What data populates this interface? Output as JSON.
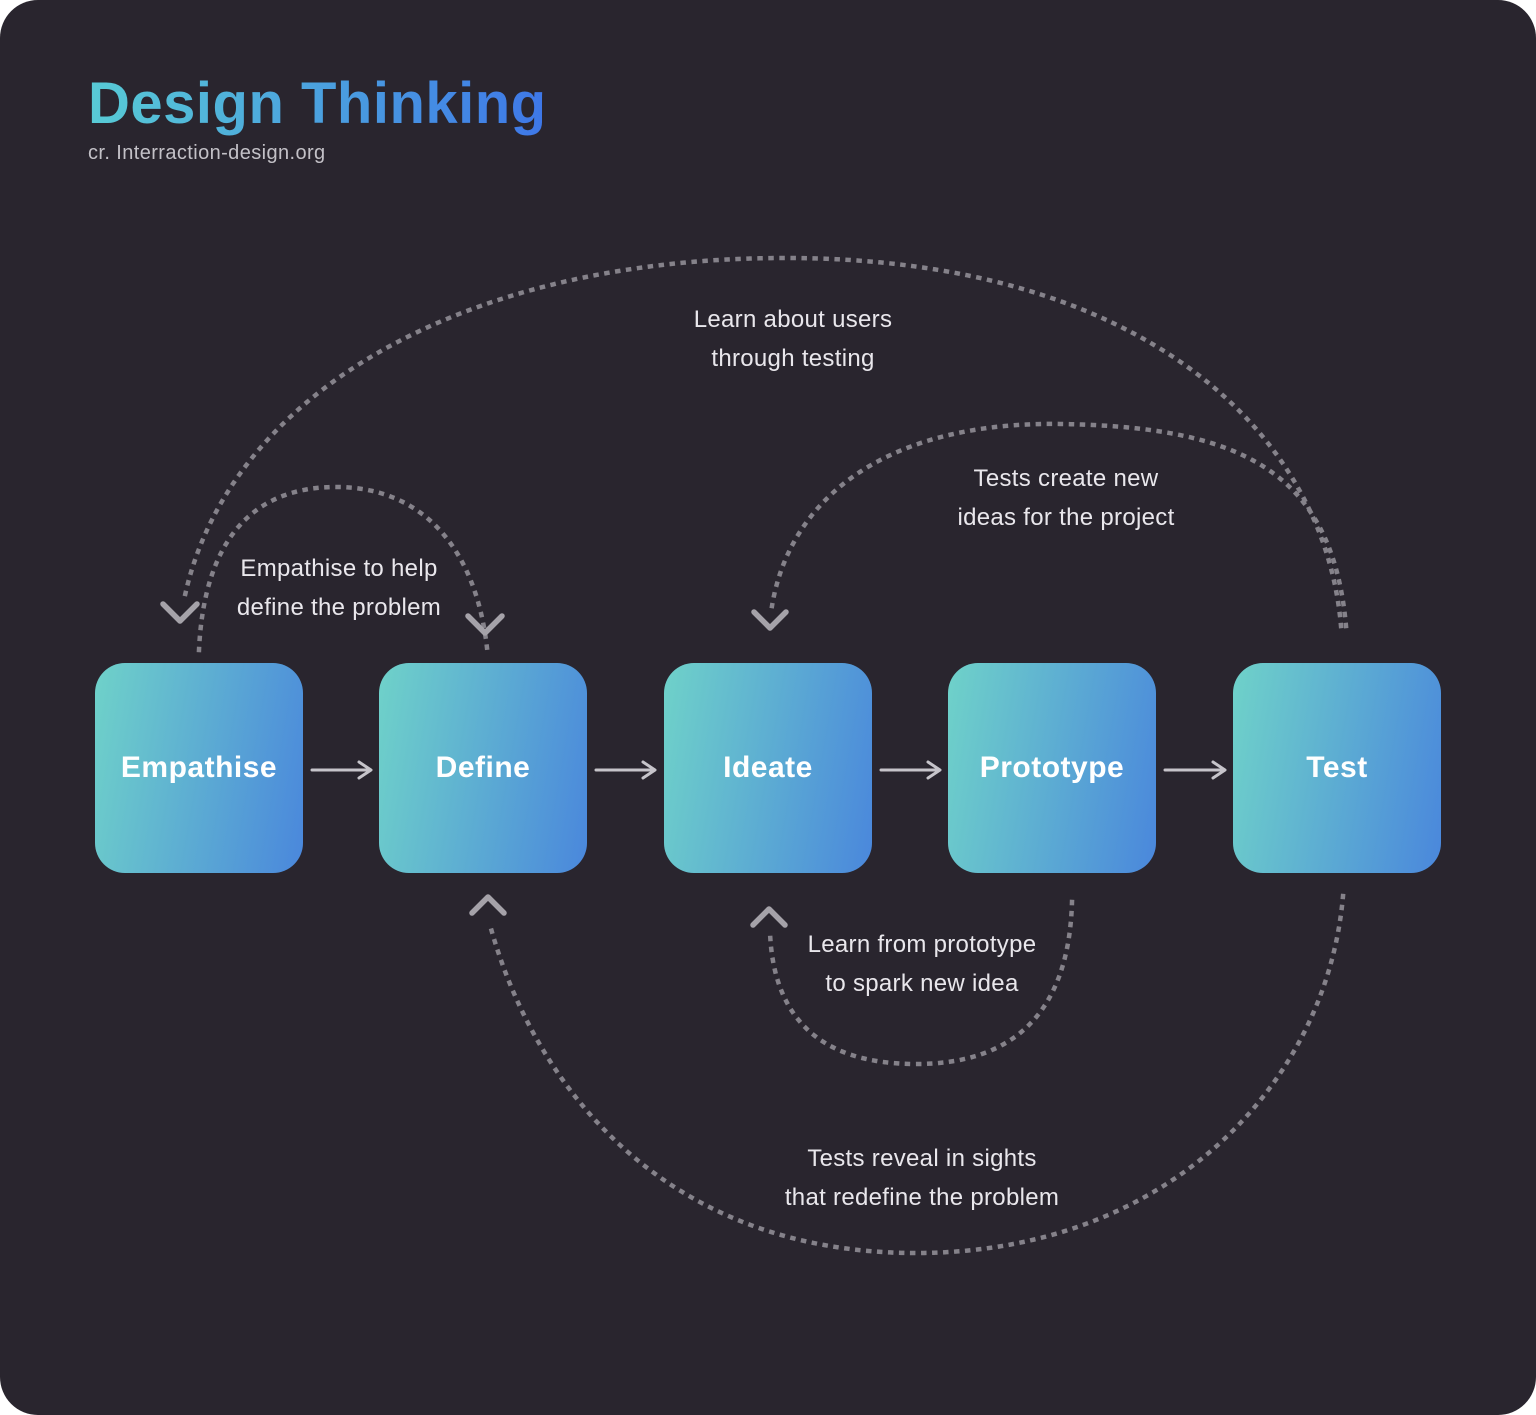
{
  "header": {
    "title": "Design Thinking",
    "subtitle": "cr. Interraction-design.org"
  },
  "stages": [
    {
      "label": "Empathise"
    },
    {
      "label": "Define"
    },
    {
      "label": "Ideate"
    },
    {
      "label": "Prototype"
    },
    {
      "label": "Test"
    }
  ],
  "flow_arrows": [
    {
      "from": "Empathise",
      "to": "Define"
    },
    {
      "from": "Define",
      "to": "Ideate"
    },
    {
      "from": "Ideate",
      "to": "Prototype"
    },
    {
      "from": "Prototype",
      "to": "Test"
    }
  ],
  "annotations": [
    {
      "from": "Test",
      "to": "Empathise",
      "lines": [
        "Learn about users",
        "through testing"
      ]
    },
    {
      "from": "Empathise",
      "to": "Define",
      "lines": [
        "Empathise to help",
        "define the problem"
      ]
    },
    {
      "from": "Test",
      "to": "Ideate",
      "lines": [
        "Tests create new",
        "ideas for the project"
      ]
    },
    {
      "from": "Prototype",
      "to": "Ideate",
      "lines": [
        "Learn from prototype",
        "to spark new idea"
      ]
    },
    {
      "from": "Test",
      "to": "Define",
      "lines": [
        "Tests reveal in sights",
        "that redefine the problem"
      ]
    }
  ],
  "colors": {
    "card_background": "#29252e",
    "box_gradient_start": "#6fd2c9",
    "box_gradient_end": "#4a87dc",
    "title_gradient_start": "#58cbd5",
    "title_gradient_end": "#3e77e8",
    "dotted_line": "#85828a",
    "arrowhead": "#a5a2a9",
    "solid_arrow": "#c6c4ca",
    "annotation_text": "#e9e7ec",
    "box_text": "#ffffff",
    "subtitle_text": "#c3c1c7"
  }
}
